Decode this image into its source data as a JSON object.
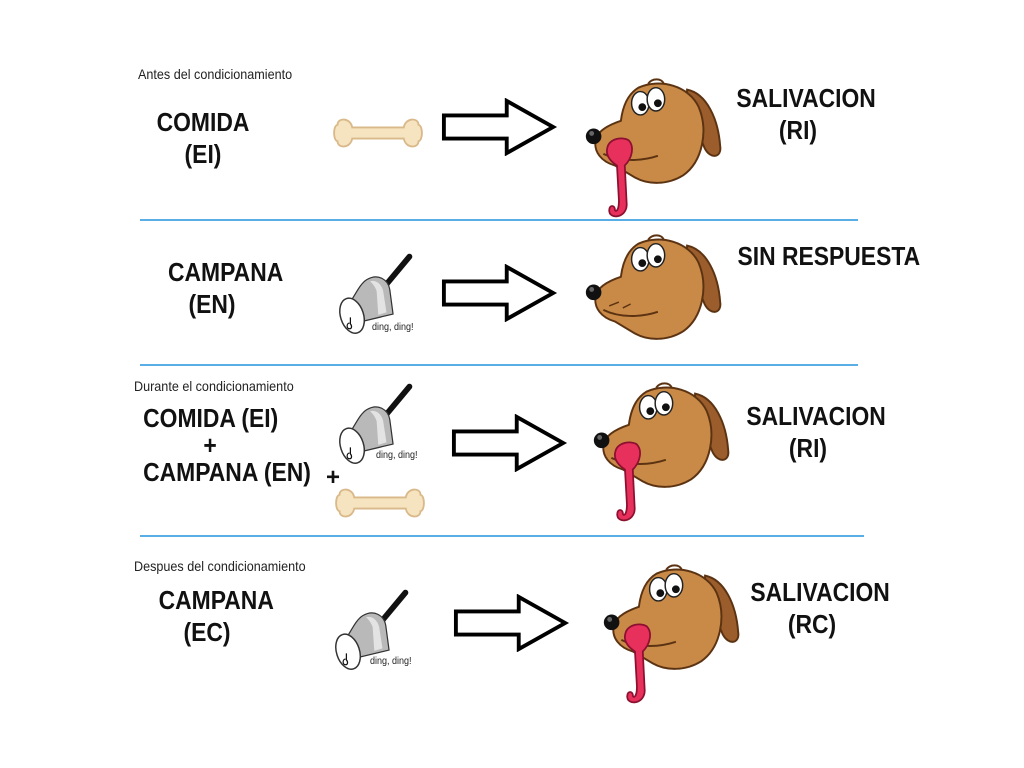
{
  "colors": {
    "separator": "#5aaee6",
    "bone": "#f6e3bf",
    "dog_fur": "#c98a47",
    "dog_ear": "#9a5d2b",
    "tongue": "#e8305c",
    "bell": "#b9b9b9"
  },
  "rows": [
    {
      "phase": "Antes del condicionamiento",
      "stimulus": [
        "COMIDA",
        "(EI)"
      ],
      "response": [
        "SALIVACION",
        "(RI)"
      ]
    },
    {
      "phase": "",
      "stimulus": [
        "CAMPANA",
        "(EN)"
      ],
      "sound": "ding, ding!",
      "response": [
        "SIN RESPUESTA"
      ]
    },
    {
      "phase": "Durante el condicionamiento",
      "stimulus": [
        "COMIDA (EI)",
        "+",
        "CAMPANA (EN)"
      ],
      "sound": "ding, ding!",
      "plus": "+",
      "response": [
        "SALIVACION",
        "(RI)"
      ]
    },
    {
      "phase": "Despues del condicionamiento",
      "stimulus": [
        "CAMPANA",
        "(EC)"
      ],
      "sound": "ding, ding!",
      "response": [
        "SALIVACION",
        "(RC)"
      ]
    }
  ]
}
